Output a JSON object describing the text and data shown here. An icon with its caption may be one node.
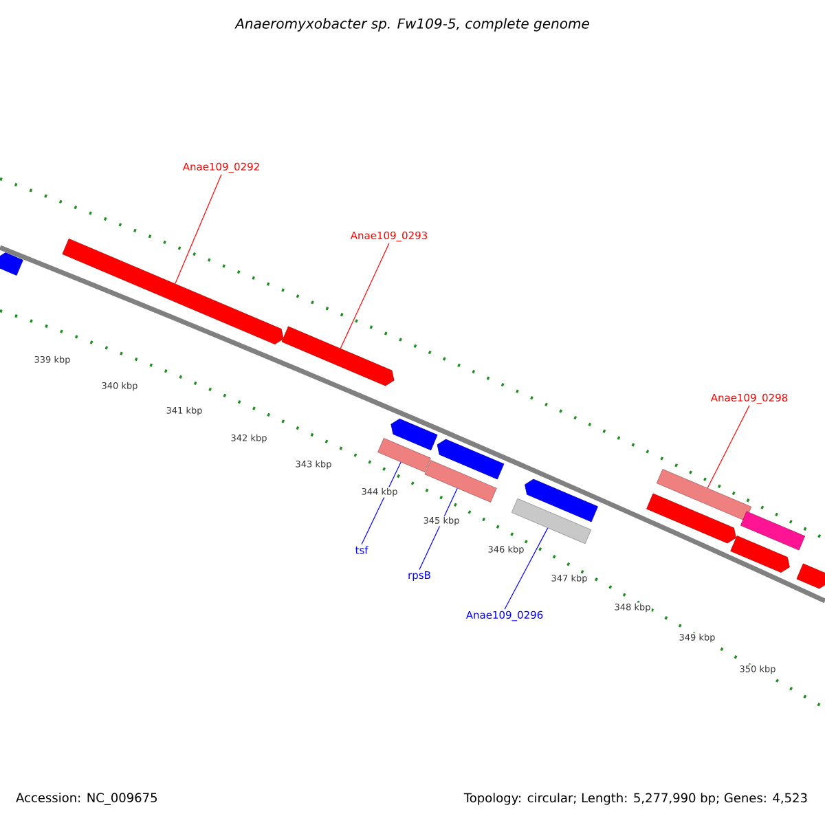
{
  "diagram": {
    "title": "Anaeromyxobacter sp. Fw109-5, complete genome",
    "nodes": [
      {
        "text": [
          "Anae109_0292"
        ]
      },
      {
        "text": [
          "Anae109_0293"
        ]
      },
      {
        "text": [
          "Anae109_0298"
        ]
      },
      {
        "text": [
          "tsf"
        ]
      },
      {
        "text": [
          "rpsB"
        ]
      },
      {
        "text": [
          "Anae109_0296"
        ]
      },
      {
        "text": [],
        "shape": "pentagon"
      },
      {
        "text": [],
        "shape": "pentagon"
      },
      {
        "text": [],
        "shape": "pentagon"
      },
      {
        "text": [],
        "shape": "pentagon"
      },
      {
        "text": [],
        "shape": "bar"
      },
      {
        "text": [],
        "shape": "pentagon"
      },
      {
        "text": [],
        "shape": "bar"
      },
      {
        "text": [],
        "shape": "pentagon"
      },
      {
        "text": [],
        "shape": "bar"
      },
      {
        "text": [],
        "shape": "bar"
      },
      {
        "text": [],
        "shape": "bar"
      },
      {
        "text": [],
        "shape": "pentagon"
      },
      {
        "text": [],
        "shape": "pentagon"
      },
      {
        "text": [],
        "shape": "pentagon"
      }
    ],
    "edges": [
      {
        "from": 0,
        "to": 7,
        "arrow": "none"
      },
      {
        "from": 1,
        "to": 8,
        "arrow": "none"
      },
      {
        "from": 2,
        "to": 15,
        "arrow": "none"
      },
      {
        "from": 3,
        "to": 10,
        "arrow": "none",
        "color": "#0000ff"
      },
      {
        "from": 4,
        "to": 12,
        "arrow": "none",
        "color": "#0000ff"
      },
      {
        "from": 5,
        "to": 14,
        "arrow": "none",
        "color": "#0000ff"
      }
    ],
    "labels": [
      "339 kbp",
      "340 kbp",
      "341 kbp",
      "342 kbp",
      "343 kbp",
      "344 kbp",
      "345 kbp",
      "346 kbp",
      "347 kbp",
      "348 kbp",
      "349 kbp",
      "350 kbp",
      "Accession: NC_009675",
      "Topology: circular; Length: 5,277,990 bp; Genes: 4,523"
    ]
  }
}
